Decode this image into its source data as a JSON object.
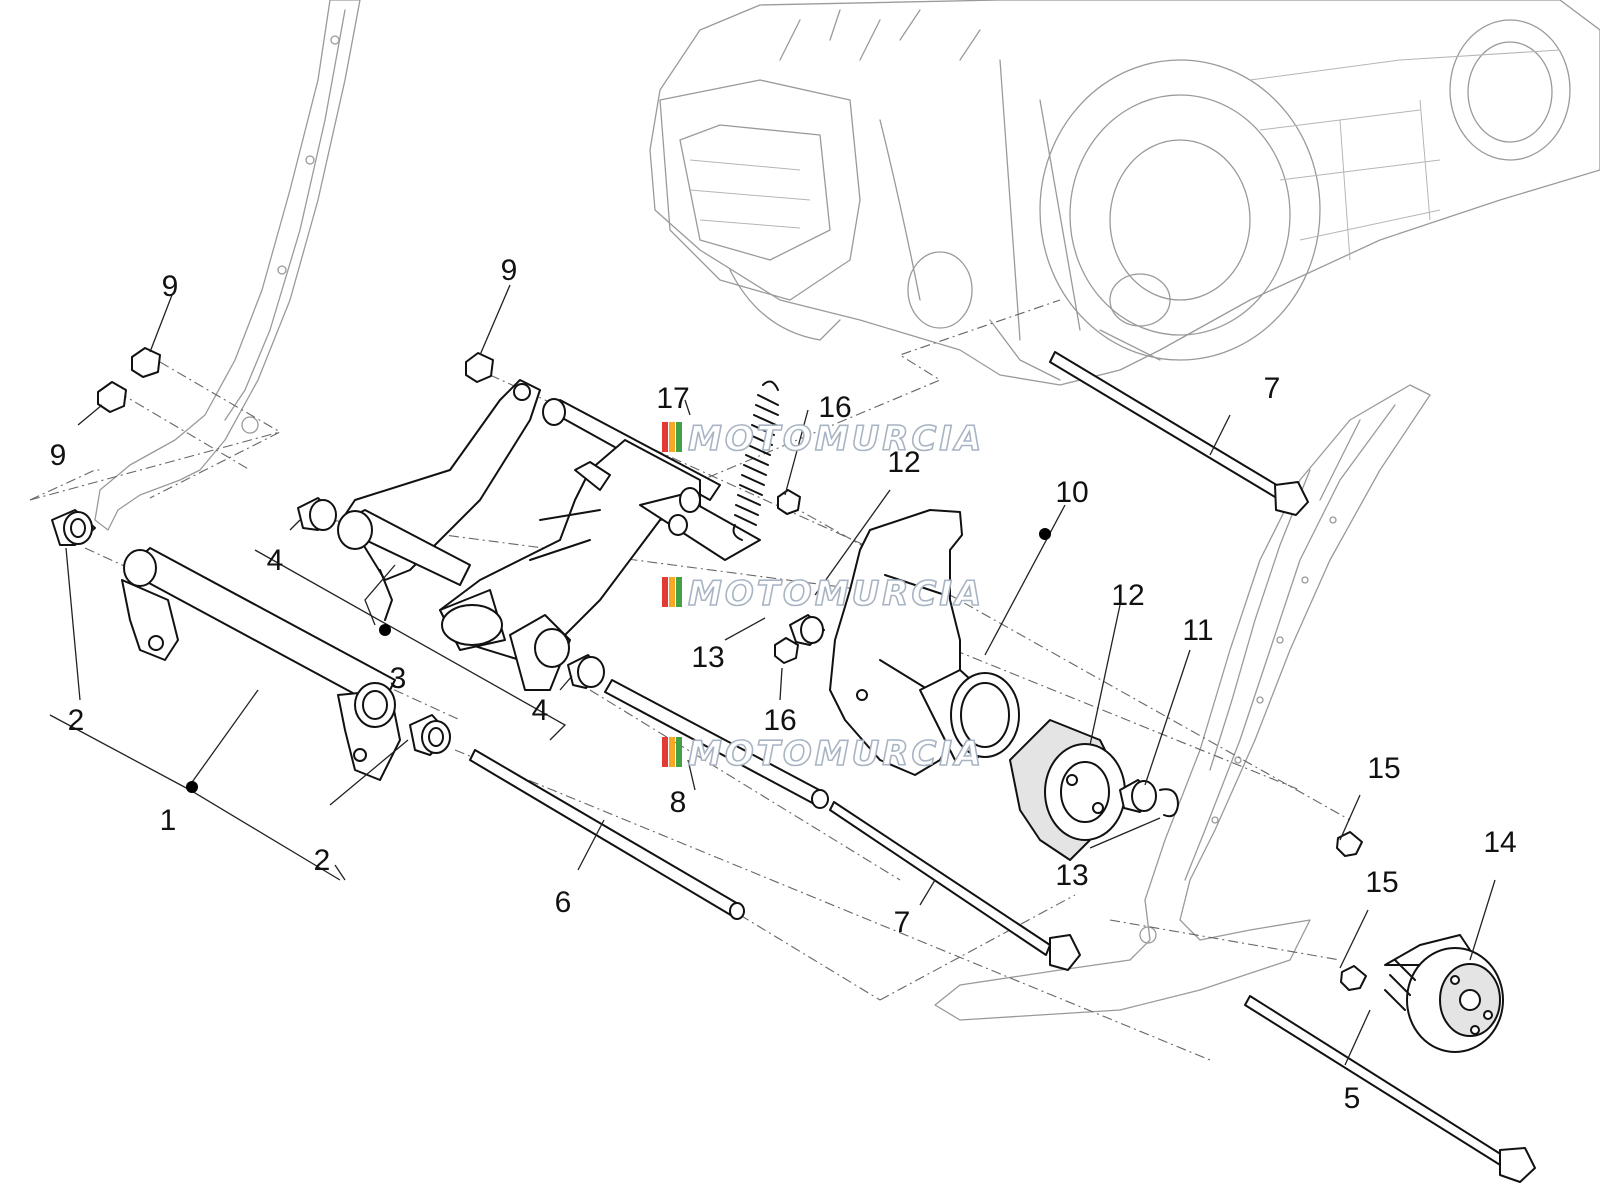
{
  "diagram": {
    "callouts": [
      {
        "id": "c1",
        "text": "1"
      },
      {
        "id": "c2a",
        "text": "2"
      },
      {
        "id": "c2b",
        "text": "2"
      },
      {
        "id": "c3",
        "text": "3"
      },
      {
        "id": "c4a",
        "text": "4"
      },
      {
        "id": "c4b",
        "text": "4"
      },
      {
        "id": "c5",
        "text": "5"
      },
      {
        "id": "c6",
        "text": "6"
      },
      {
        "id": "c7a",
        "text": "7"
      },
      {
        "id": "c7b",
        "text": "7"
      },
      {
        "id": "c8",
        "text": "8"
      },
      {
        "id": "c9a",
        "text": "9"
      },
      {
        "id": "c9b",
        "text": "9"
      },
      {
        "id": "c9c",
        "text": "9"
      },
      {
        "id": "c10",
        "text": "10"
      },
      {
        "id": "c11",
        "text": "11"
      },
      {
        "id": "c12a",
        "text": "12"
      },
      {
        "id": "c12b",
        "text": "12"
      },
      {
        "id": "c13a",
        "text": "13"
      },
      {
        "id": "c13b",
        "text": "13"
      },
      {
        "id": "c14",
        "text": "14"
      },
      {
        "id": "c15a",
        "text": "15"
      },
      {
        "id": "c15b",
        "text": "15"
      },
      {
        "id": "c16a",
        "text": "16"
      },
      {
        "id": "c16b",
        "text": "16"
      },
      {
        "id": "c17",
        "text": "17"
      }
    ],
    "watermark_text": "MOTOMURCIA",
    "watermark_colors": [
      "#e53935",
      "#f9a825",
      "#43a047"
    ],
    "colors": {
      "line": "#111111",
      "ghost": "#9a9a9a",
      "background": "#ffffff"
    }
  }
}
